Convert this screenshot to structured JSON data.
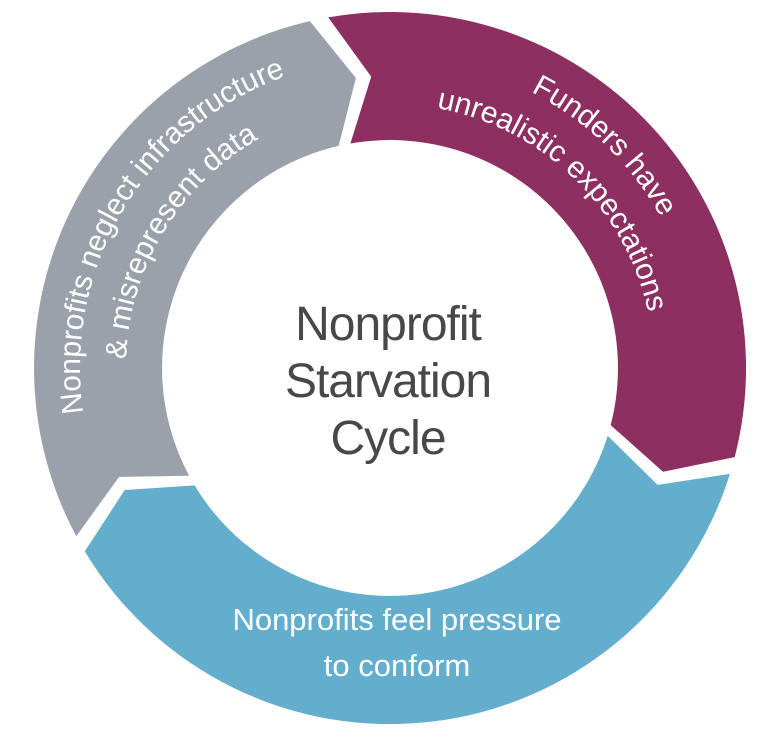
{
  "diagram": {
    "background_color": "#ffffff",
    "center_title": {
      "lines": [
        "Nonprofit",
        "Starvation",
        "Cycle"
      ],
      "color": "#484848"
    },
    "segments": [
      {
        "name": "funders-unrealistic-expectations",
        "label_lines": [
          "Funders have",
          "unrealistic expectations"
        ],
        "color": "#8d2f61",
        "text_color": "#ffffff",
        "position": "top-right"
      },
      {
        "name": "nonprofits-pressure-to-conform",
        "label_lines": [
          "Nonprofits feel pressure",
          "to conform"
        ],
        "color": "#64aecd",
        "text_color": "#ffffff",
        "position": "bottom"
      },
      {
        "name": "nonprofits-neglect-infrastructure",
        "label_lines": [
          "Nonprofits neglect infrastructure",
          "& misrepresent data"
        ],
        "color": "#9ba1aa",
        "text_color": "#ffffff",
        "position": "top-left"
      }
    ]
  }
}
